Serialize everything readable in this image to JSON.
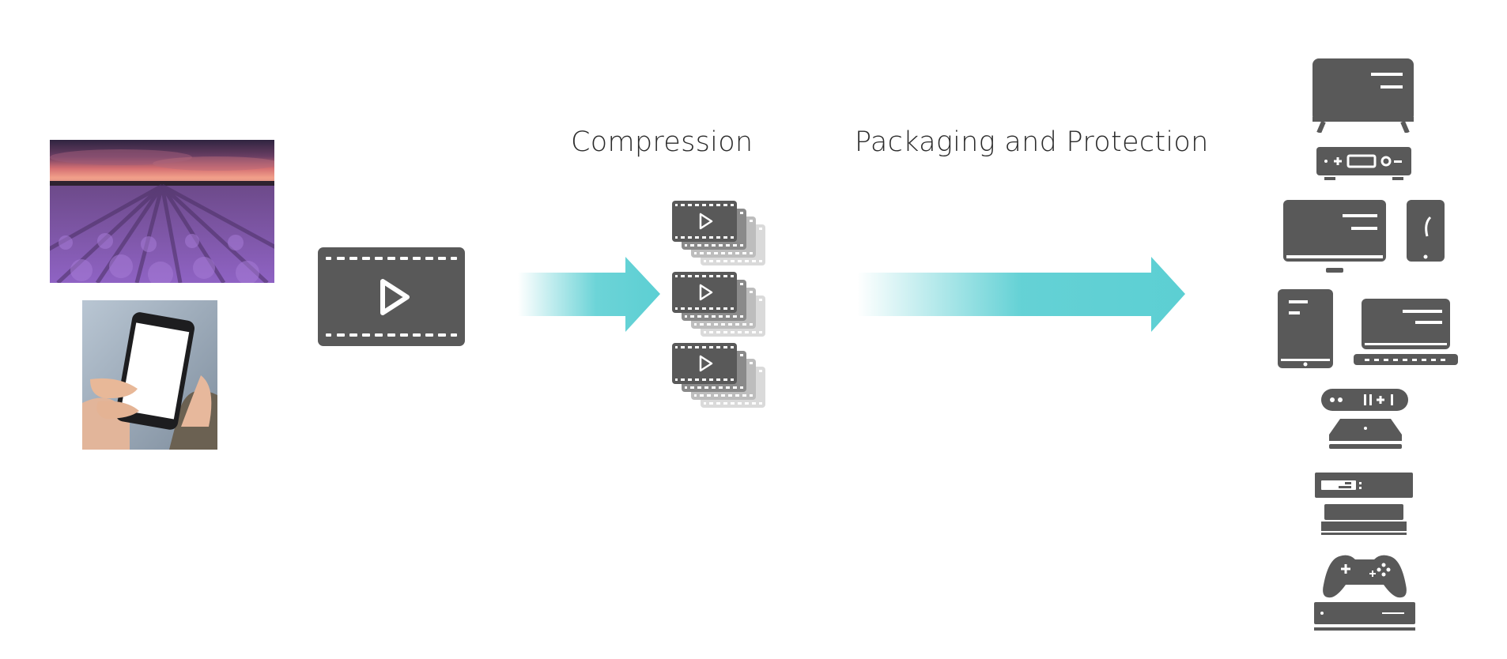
{
  "stages": {
    "compression_label": "Compression",
    "packaging_label": "Packaging and Protection"
  },
  "sources": [
    {
      "name": "lavender-field-photo"
    },
    {
      "name": "smartphone-in-hands-photo"
    }
  ],
  "icons": {
    "source_video": "video-file-icon",
    "compressed_renditions": "video-renditions-stack-icon",
    "flow_arrows": "arrow-right-icon",
    "devices": [
      "smart-tv-icon",
      "set-top-box-icon",
      "desktop-monitor-icon",
      "smartphone-icon",
      "tablet-icon",
      "laptop-icon",
      "streaming-stick-icon",
      "streaming-box-icon",
      "media-player-box-icon",
      "game-controller-icon",
      "game-console-icon"
    ]
  },
  "colors": {
    "icon_gray": "#595959",
    "arrow_teal": "#5ccfd3",
    "lavender": "#8a5fc0",
    "sky_top": "#3b2a4f",
    "sky_glow": "#e48a7a"
  }
}
